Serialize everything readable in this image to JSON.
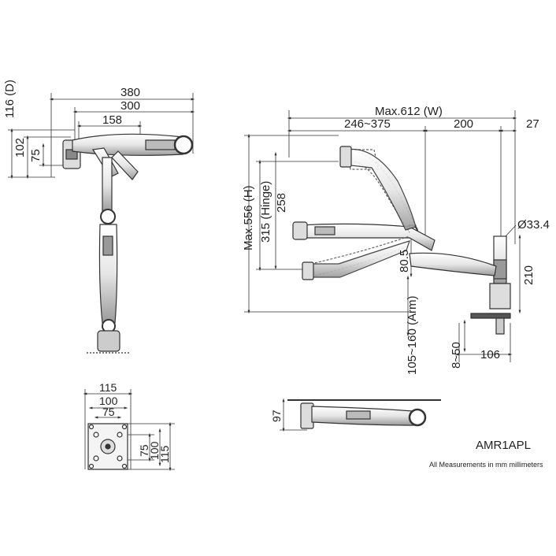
{
  "model": "AMR1APL",
  "note": "All Measurements in mm millimeters",
  "top_view": {
    "depth_label": "116 (D)",
    "width_380": "380",
    "width_300": "300",
    "width_158": "158",
    "height_102": "102",
    "height_75": "75"
  },
  "side_view": {
    "max_width": "Max.612 (W)",
    "reach_range": "246~375",
    "seg_200": "200",
    "seg_27": "27",
    "pole_diameter": "Ø33.4",
    "max_height": "Max.556 (H)",
    "hinge": "315 (Hinge)",
    "tilt_258": "258",
    "arm_80_5": "80.5",
    "pole_210": "210",
    "arm_range": "105~160 (Arm)",
    "clamp_range": "8~50",
    "clamp_106": "106"
  },
  "vesa_plate": {
    "w115": "115",
    "w100": "100",
    "w75": "75",
    "h75": "75",
    "h100": "100",
    "h115": "115"
  },
  "low_view": {
    "height_97": "97"
  },
  "colors": {
    "line": "#333333",
    "fill": "#f0f0f0",
    "dash": "#888888"
  }
}
